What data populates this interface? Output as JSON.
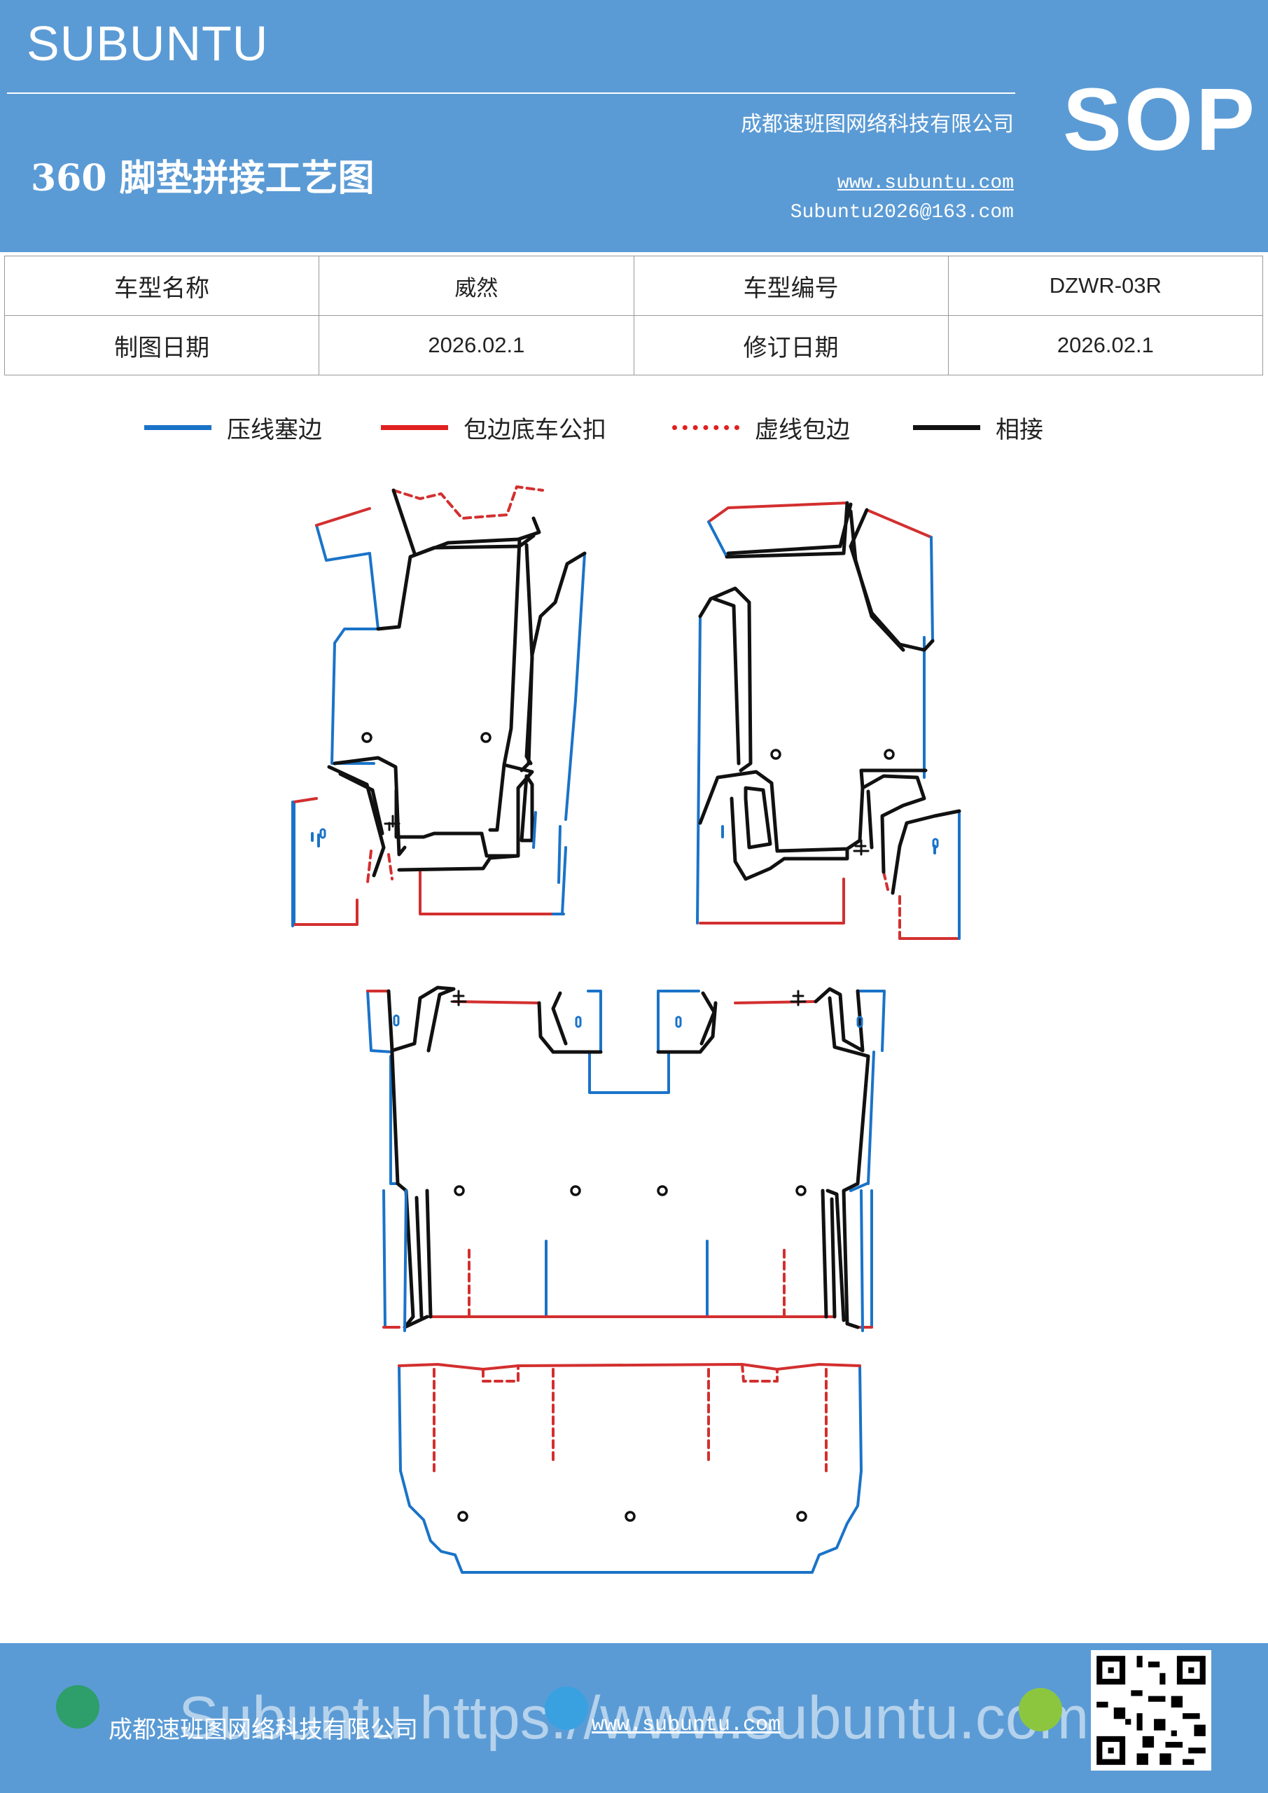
{
  "header": {
    "brand": "SUBUNTU",
    "title": "360 脚垫拼接工艺图",
    "company": "成都速班图网络科技有限公司",
    "website": "www.subuntu.com",
    "email": "Subuntu2026@163.com",
    "badge": "SOP"
  },
  "info_table": {
    "rows": [
      [
        {
          "label": "车型名称"
        },
        {
          "value": "威然"
        },
        {
          "label": "车型编号"
        },
        {
          "value": "DZWR-03R"
        }
      ],
      [
        {
          "label": "制图日期"
        },
        {
          "value": "2026.02.1"
        },
        {
          "label": "修订日期"
        },
        {
          "value": "2026.02.1"
        }
      ]
    ]
  },
  "legend": [
    {
      "label": "压线塞边",
      "color": "#1a73c8",
      "style": "solid"
    },
    {
      "label": "包边底车公扣",
      "color": "#e02020",
      "style": "solid"
    },
    {
      "label": "虚线包边",
      "color": "#e02020",
      "style": "dotted"
    },
    {
      "label": "相接",
      "color": "#111111",
      "style": "solid"
    }
  ],
  "colors": {
    "blue": "#1a73c8",
    "red": "#d32f2f",
    "black": "#111111",
    "header_bg": "#5b9bd5"
  },
  "footer": {
    "company": "成都速班图网络科技有限公司",
    "website": "www.subuntu.com",
    "watermark": "Subuntu https://www.subuntu.com"
  }
}
